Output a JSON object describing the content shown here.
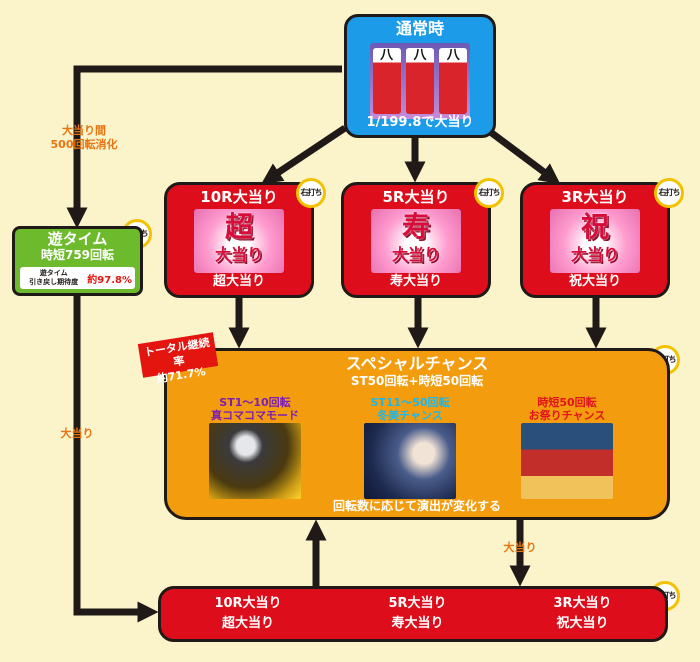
{
  "normal": {
    "title": "通常時",
    "prob": "1/199.8で大当り",
    "reel_glyph": "八"
  },
  "jackpots": [
    {
      "title": "10R大当り",
      "name": "超大当り",
      "glyph": "超"
    },
    {
      "title": "5R大当り",
      "name": "寿大当り",
      "glyph": "寿"
    },
    {
      "title": "3R大当り",
      "name": "祝大当り",
      "glyph": "祝"
    }
  ],
  "jackpot_suffix": "大当り",
  "marker_label": "右打ち",
  "asobi": {
    "title": "遊タイム",
    "sub": "時短759回転",
    "note_line1": "遊タイム",
    "note_line2": "引き戻し期待度",
    "rate": "約97.8%"
  },
  "left_label": {
    "line1": "大当り間",
    "line2": "500回転消化"
  },
  "left_label_bottom": "大当り",
  "total_rate": {
    "line1": "トータル継続率",
    "line2": "約71.7%"
  },
  "special": {
    "title": "スペシャルチャンス",
    "sub": "ST50回転+時短50回転",
    "footer": "回転数に応じて演出が変化する",
    "modes": [
      {
        "range": "ST1～10回転",
        "name": "真コマコマモード"
      },
      {
        "range": "ST11～50回転",
        "name": "冬美チャンス"
      },
      {
        "range": "時短50回転",
        "name": "お祭りチャンス"
      }
    ]
  },
  "special_arrow_label": "大当り",
  "bottom": {
    "items": [
      {
        "title": "10R大当り",
        "name": "超大当り"
      },
      {
        "title": "5R大当り",
        "name": "寿大当り"
      },
      {
        "title": "3R大当り",
        "name": "祝大当り"
      }
    ]
  },
  "colors": {
    "red": "#dd0d1c",
    "blue": "#1b9be8",
    "orange": "#f39c0e",
    "green": "#6dbb2d",
    "line": "#1f1a17",
    "accent": "#e87511"
  }
}
